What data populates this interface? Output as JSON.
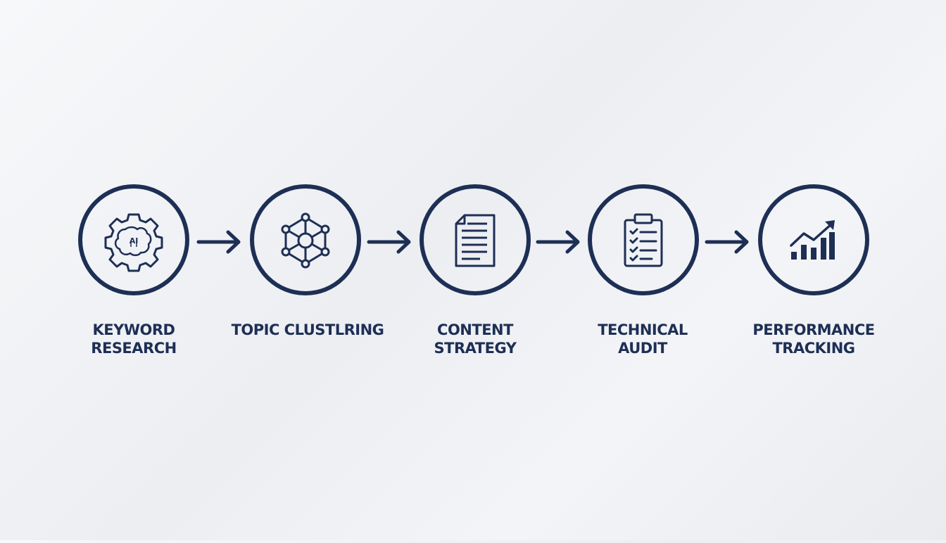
{
  "colors": {
    "primary": "#1e2f55",
    "background": "#f1f2f5"
  },
  "steps": [
    {
      "icon": "ai-brain-gear-icon",
      "label_lines": [
        "KEYWORD",
        "RESEARCH"
      ]
    },
    {
      "icon": "network-hexagon-icon",
      "label_lines": [
        "TOPIC CLUSTLRING"
      ]
    },
    {
      "icon": "document-icon",
      "label_lines": [
        "CONTENT",
        "STRATEGY"
      ]
    },
    {
      "icon": "clipboard-checklist-icon",
      "label_lines": [
        "TECHNICAL",
        "AUDIT"
      ]
    },
    {
      "icon": "growth-chart-icon",
      "label_lines": [
        "PERFORMANCE",
        "TRACKING"
      ]
    }
  ],
  "icon_text": {
    "ai": "AI"
  }
}
